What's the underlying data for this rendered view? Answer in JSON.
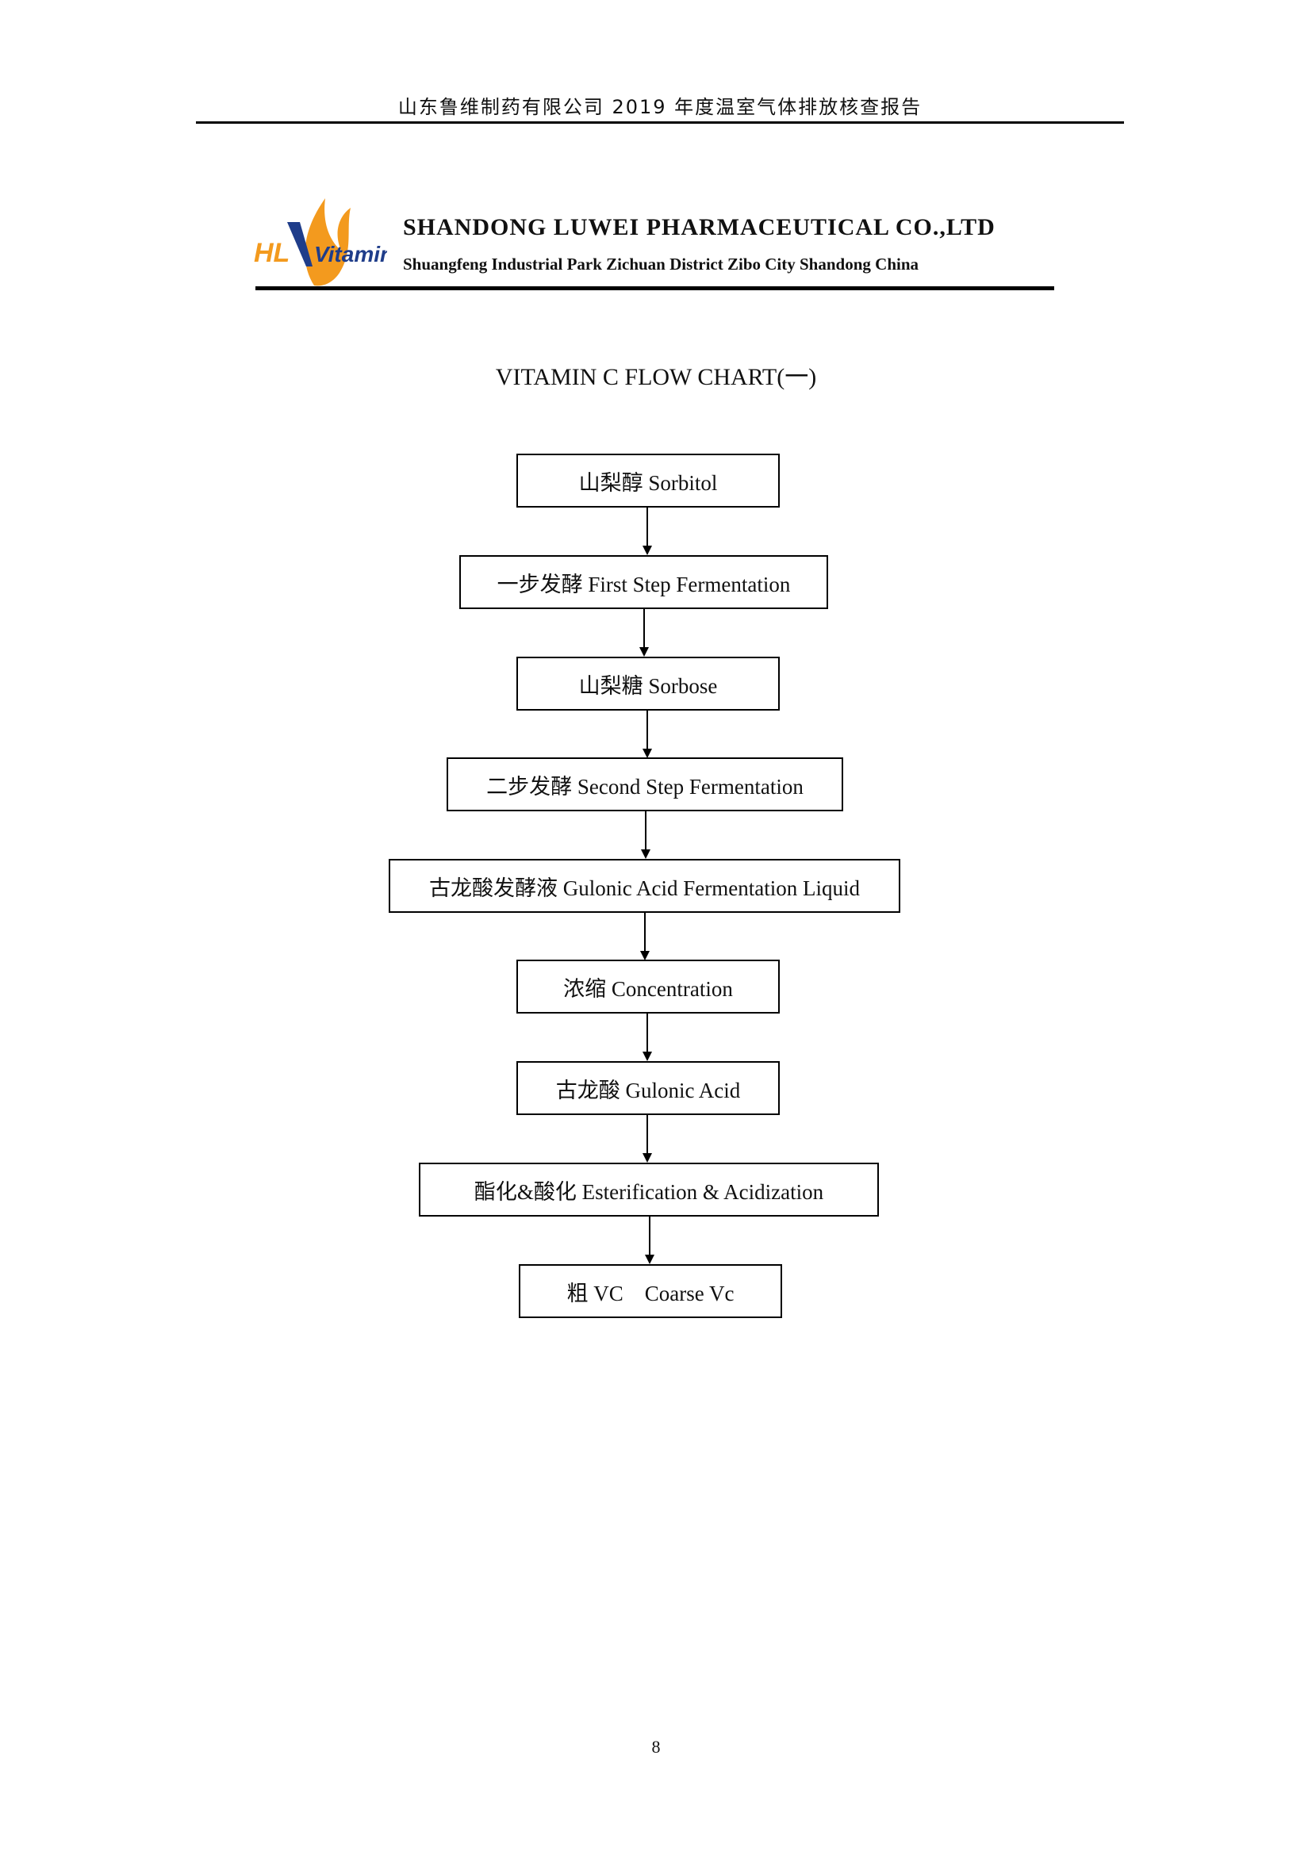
{
  "running_header": "山东鲁维制药有限公司 2019 年度温室气体排放核查报告",
  "company": {
    "logo_text_hl": "HL",
    "logo_text_vitamin": "Vitamin",
    "logo_colors": {
      "blue": "#1f3d8a",
      "orange": "#f39a1e"
    },
    "name": "SHANDONG LUWEI PHARMACEUTICAL CO.,LTD",
    "address": "Shuangfeng Industrial Park Zichuan District Zibo City Shandong China"
  },
  "chart_title": "VITAMIN C FLOW CHART(一)",
  "flow_steps": [
    {
      "label": "山梨醇 Sorbitol"
    },
    {
      "label": "一步发酵 First Step Fermentation"
    },
    {
      "label": "山梨糖 Sorbose"
    },
    {
      "label": "二步发酵 Second Step Fermentation"
    },
    {
      "label": "古龙酸发酵液 Gulonic Acid Fermentation Liquid"
    },
    {
      "label": "浓缩 Concentration"
    },
    {
      "label": "古龙酸 Gulonic Acid"
    },
    {
      "label": "酯化&酸化 Esterification & Acidization"
    },
    {
      "label": "粗 VC    Coarse Vc"
    }
  ],
  "page_number": "8"
}
